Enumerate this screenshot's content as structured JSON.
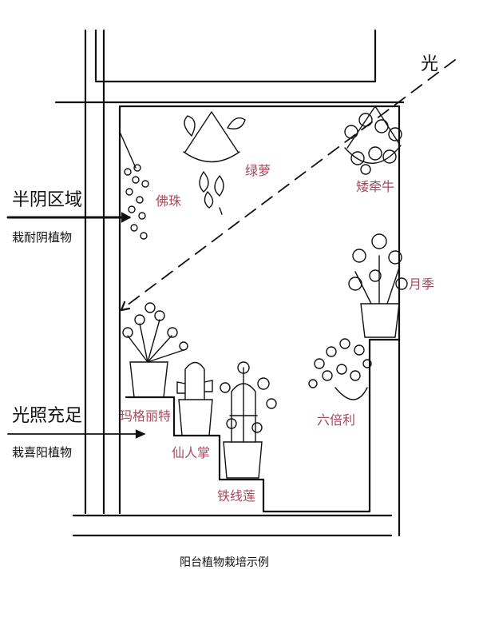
{
  "colors": {
    "label": "#a8485c",
    "ink": "#111111"
  },
  "light_label": "光",
  "zones": [
    {
      "title": "半阴区域",
      "subtitle": "栽耐阴植物"
    },
    {
      "title": "光照充足",
      "subtitle": "栽喜阳植物"
    }
  ],
  "plants": [
    "佛珠",
    "绿萝",
    "矮牵牛",
    "月季",
    "玛格丽特",
    "仙人掌",
    "铁线莲",
    "六倍利"
  ],
  "caption": "阳台植物栽培示例"
}
